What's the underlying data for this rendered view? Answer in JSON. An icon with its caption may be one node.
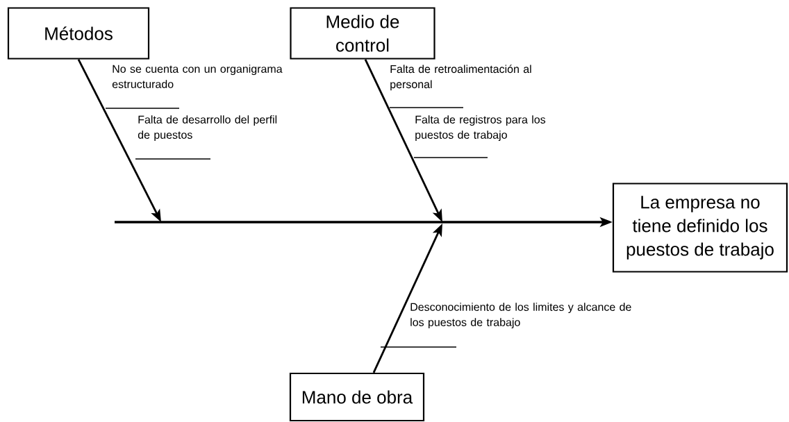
{
  "diagram": {
    "nodes": [
      {
        "text": [
          "Métodos"
        ]
      },
      {
        "text": [
          "Medio de control"
        ]
      },
      {
        "text": [
          "La empresa no tiene definido los puestos de trabajo"
        ]
      },
      {
        "text": [
          "Mano de obra"
        ]
      }
    ],
    "edges": [
      {
        "from": null,
        "to": 2,
        "arrow": "to"
      },
      {
        "from": 0,
        "to": null,
        "arrow": "to"
      },
      {
        "from": 1,
        "to": null,
        "arrow": "to"
      },
      {
        "from": 3,
        "to": null,
        "arrow": "to"
      }
    ],
    "labels": [
      "No se cuenta con un organigrama estructurado",
      "Falta de desarrollo del perfil de puestos",
      "Falta de retroalimentación al personal",
      "Falta de registros para los puestos de trabajo",
      "Desconocimiento de los limites y alcance de los puestos de trabajo"
    ]
  }
}
